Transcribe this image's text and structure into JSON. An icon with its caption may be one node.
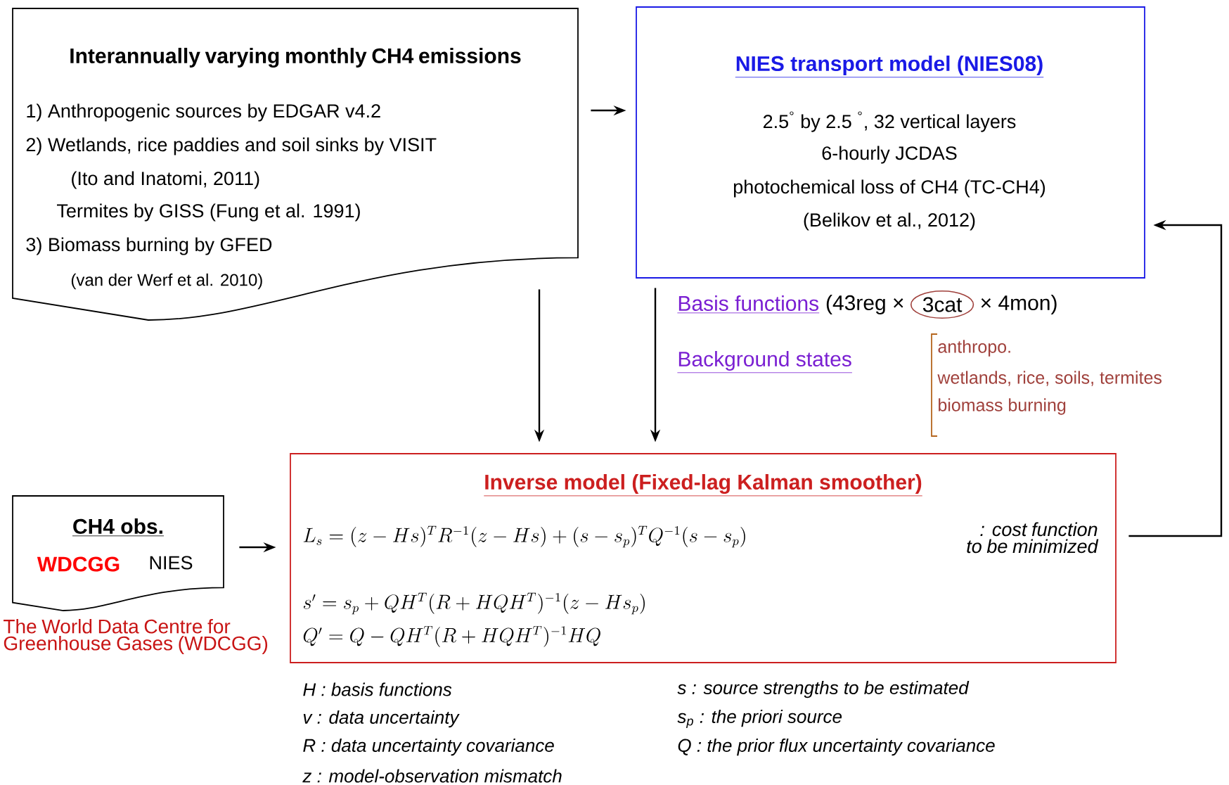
{
  "diagram": {
    "nodes": [
      {
        "text": [
          "Interannually varying monthly CH4 emissions",
          "1) Anthropogenic sources by EDGAR v4.2",
          "2) Wetlands, rice paddies and soil sinks by VISIT",
          "(Ito and Inatomi, 2011)",
          "Termites by GISS (Fung et al. 1991)",
          "3) Biomass burning by GFED",
          "(van der Werf et al. 2010)"
        ]
      },
      {
        "text": [
          "NIES transport model (NIES08)",
          "2.5$^{°}$ by 2.5 $^{°}$, 32 vertical layers",
          "6-hourly JCDAS",
          "photochemical loss of CH4 (TC-CH4)",
          "(Belikov et al., 2012)"
        ]
      },
      {
        "text": [
          "CH4 obs.",
          "WDCGG",
          "NIES"
        ],
        "beside": [
          "The World Data Centre for Greenhouse Gases (WDCGG)"
        ]
      },
      {
        "text": [
          "Inverse model (Fixed-lag Kalman smoother)",
          "L_s = (z - Hs)^T R^{-1} (z - Hs) + (s - s_p)^T Q^{-1} (s - s_p)",
          ": cost function to be minimized",
          "s' = s_p + QH^T (R + HQH^T)^{-1} (z - Hs_p)",
          "Q' = Q - QH^T (R + HQH^T)^{-1} HQ"
        ]
      }
    ],
    "edges": [
      {
        "from": 0,
        "to": 1,
        "arrow": "to"
      },
      {
        "from": 0,
        "to": 3,
        "arrow": "to"
      },
      {
        "from": 1,
        "to": 3,
        "arrow": "to"
      },
      {
        "from": 3,
        "to": 1,
        "arrow": "to"
      },
      {
        "from": 2,
        "to": 3,
        "arrow": "to"
      }
    ],
    "labels": [
      "Basis functions",
      "(43reg ×",
      "3cat",
      "× 4mon)",
      "Background states",
      "anthropo.",
      "wetlands, rice, soils, termites",
      "biomass burning",
      "H : basis functions",
      "s : source strengths to be estimated",
      "v : data uncertainty",
      "s$_{p}$ : the priori source",
      "R : data uncertainty covariance",
      "Q : the prior flux uncertainty covariance",
      "z : model-observation mismatch"
    ]
  }
}
